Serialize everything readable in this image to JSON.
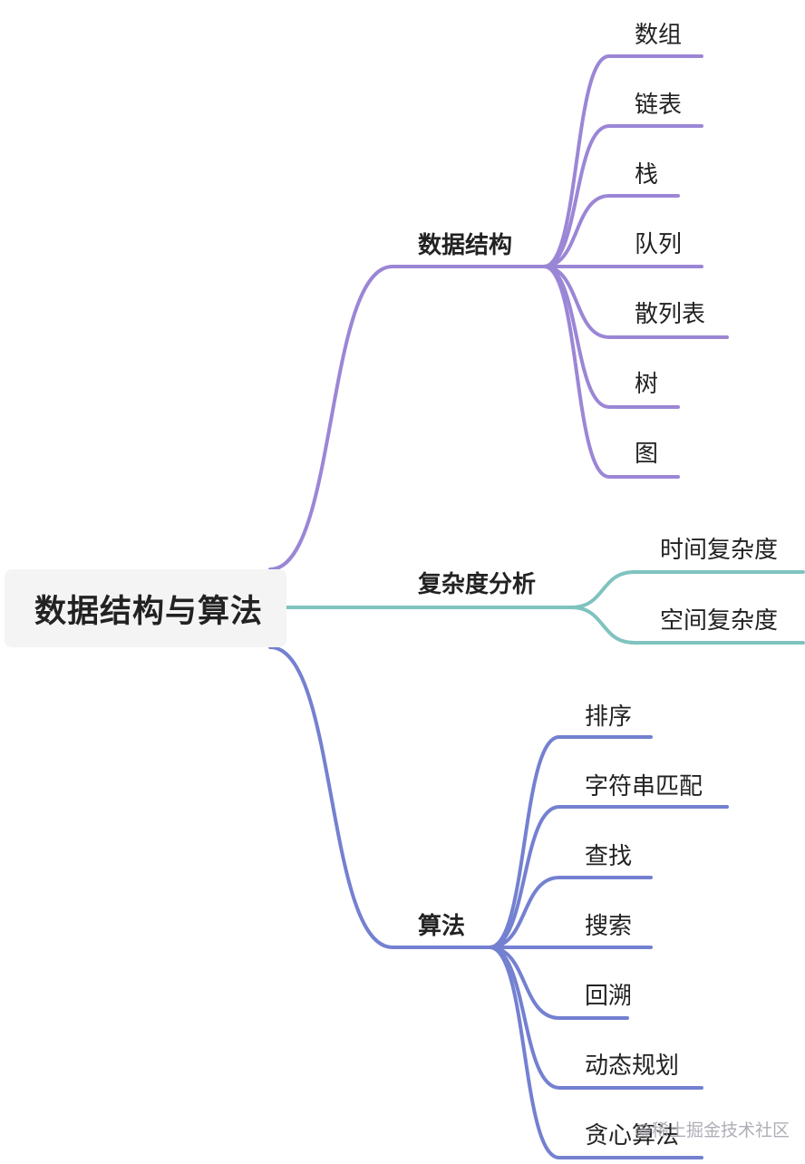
{
  "root": {
    "label": "数据结构与算法"
  },
  "branches": [
    {
      "label": "数据结构",
      "color": "#9b86d6",
      "leaves": [
        "数组",
        "链表",
        "栈",
        "队列",
        "散列表",
        "树",
        "图"
      ]
    },
    {
      "label": "复杂度分析",
      "color": "#7fc3bf",
      "leaves": [
        "时间复杂度",
        "空间复杂度"
      ]
    },
    {
      "label": "算法",
      "color": "#7480d0",
      "leaves": [
        "排序",
        "字符串匹配",
        "查找",
        "搜索",
        "回溯",
        "动态规划",
        "贪心算法"
      ]
    }
  ],
  "watermark": {
    "text": "@稀土掘金技术社区"
  }
}
